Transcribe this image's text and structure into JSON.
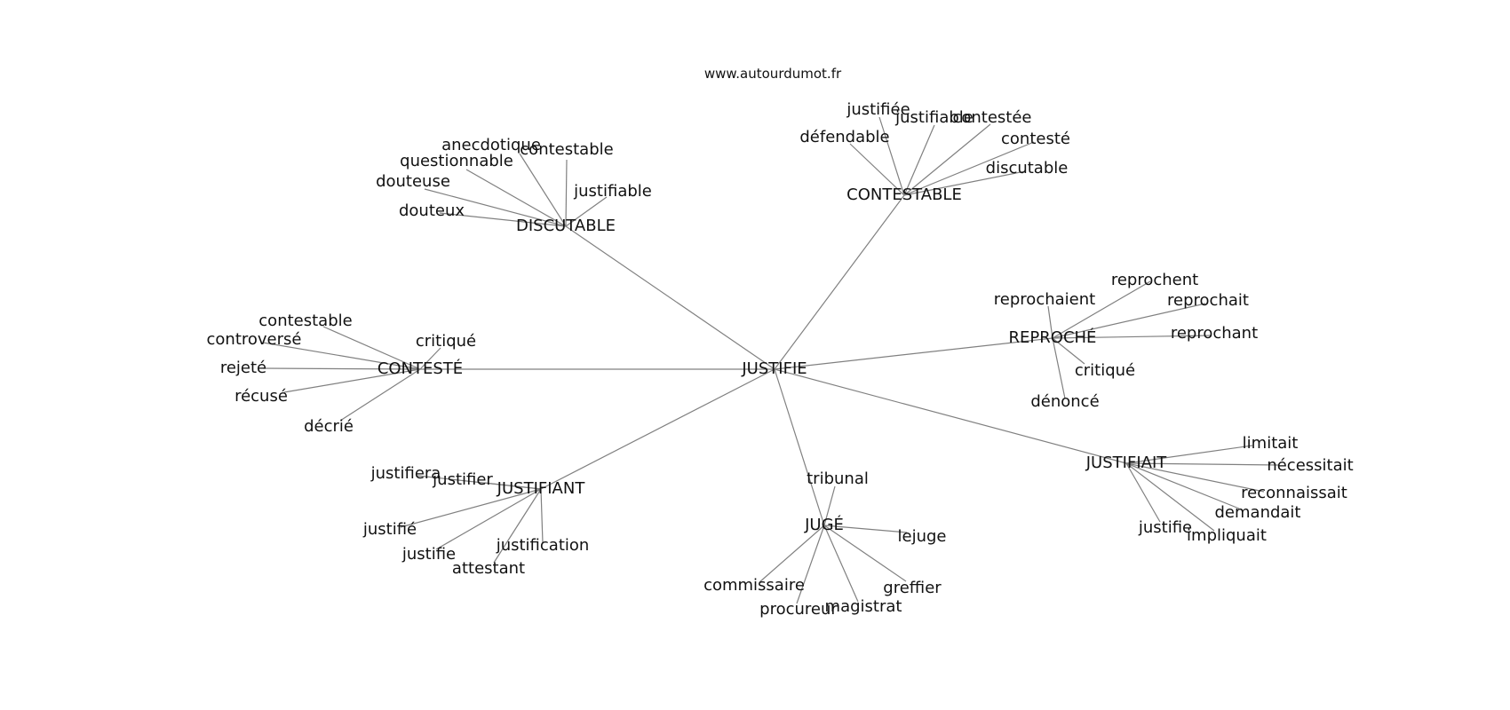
{
  "source": "www.autourdumot.fr",
  "graph": {
    "root": "JUSTIFIE",
    "groups": [
      {
        "hub": "DISCUTABLE",
        "leaves": [
          "anecdotique",
          "questionnable",
          "contestable",
          "douteuse",
          "justifiable",
          "douteux"
        ]
      },
      {
        "hub": "CONTESTABLE",
        "leaves": [
          "justifiée",
          "justifiable",
          "contestée",
          "défendable",
          "contesté",
          "discutable"
        ]
      },
      {
        "hub": "REPROCHÉ",
        "leaves": [
          "reprochent",
          "reprochaient",
          "reprochait",
          "reprochant",
          "critiqué",
          "dénoncé"
        ]
      },
      {
        "hub": "JUSTIFIAIT",
        "leaves": [
          "limitait",
          "nécessitait",
          "reconnaissait",
          "demandait",
          "justifie",
          "impliquait"
        ]
      },
      {
        "hub": "JUGÉ",
        "leaves": [
          "tribunal",
          "lejuge",
          "greffier",
          "magistrat",
          "procureur",
          "commissaire"
        ]
      },
      {
        "hub": "JUSTIFIANT",
        "leaves": [
          "justifiera",
          "justifier",
          "justifié",
          "justifie",
          "justification",
          "attestant"
        ]
      },
      {
        "hub": "CONTESTÉ",
        "leaves": [
          "contestable",
          "controversé",
          "rejeté",
          "récusé",
          "critiqué",
          "décrié"
        ]
      }
    ]
  }
}
